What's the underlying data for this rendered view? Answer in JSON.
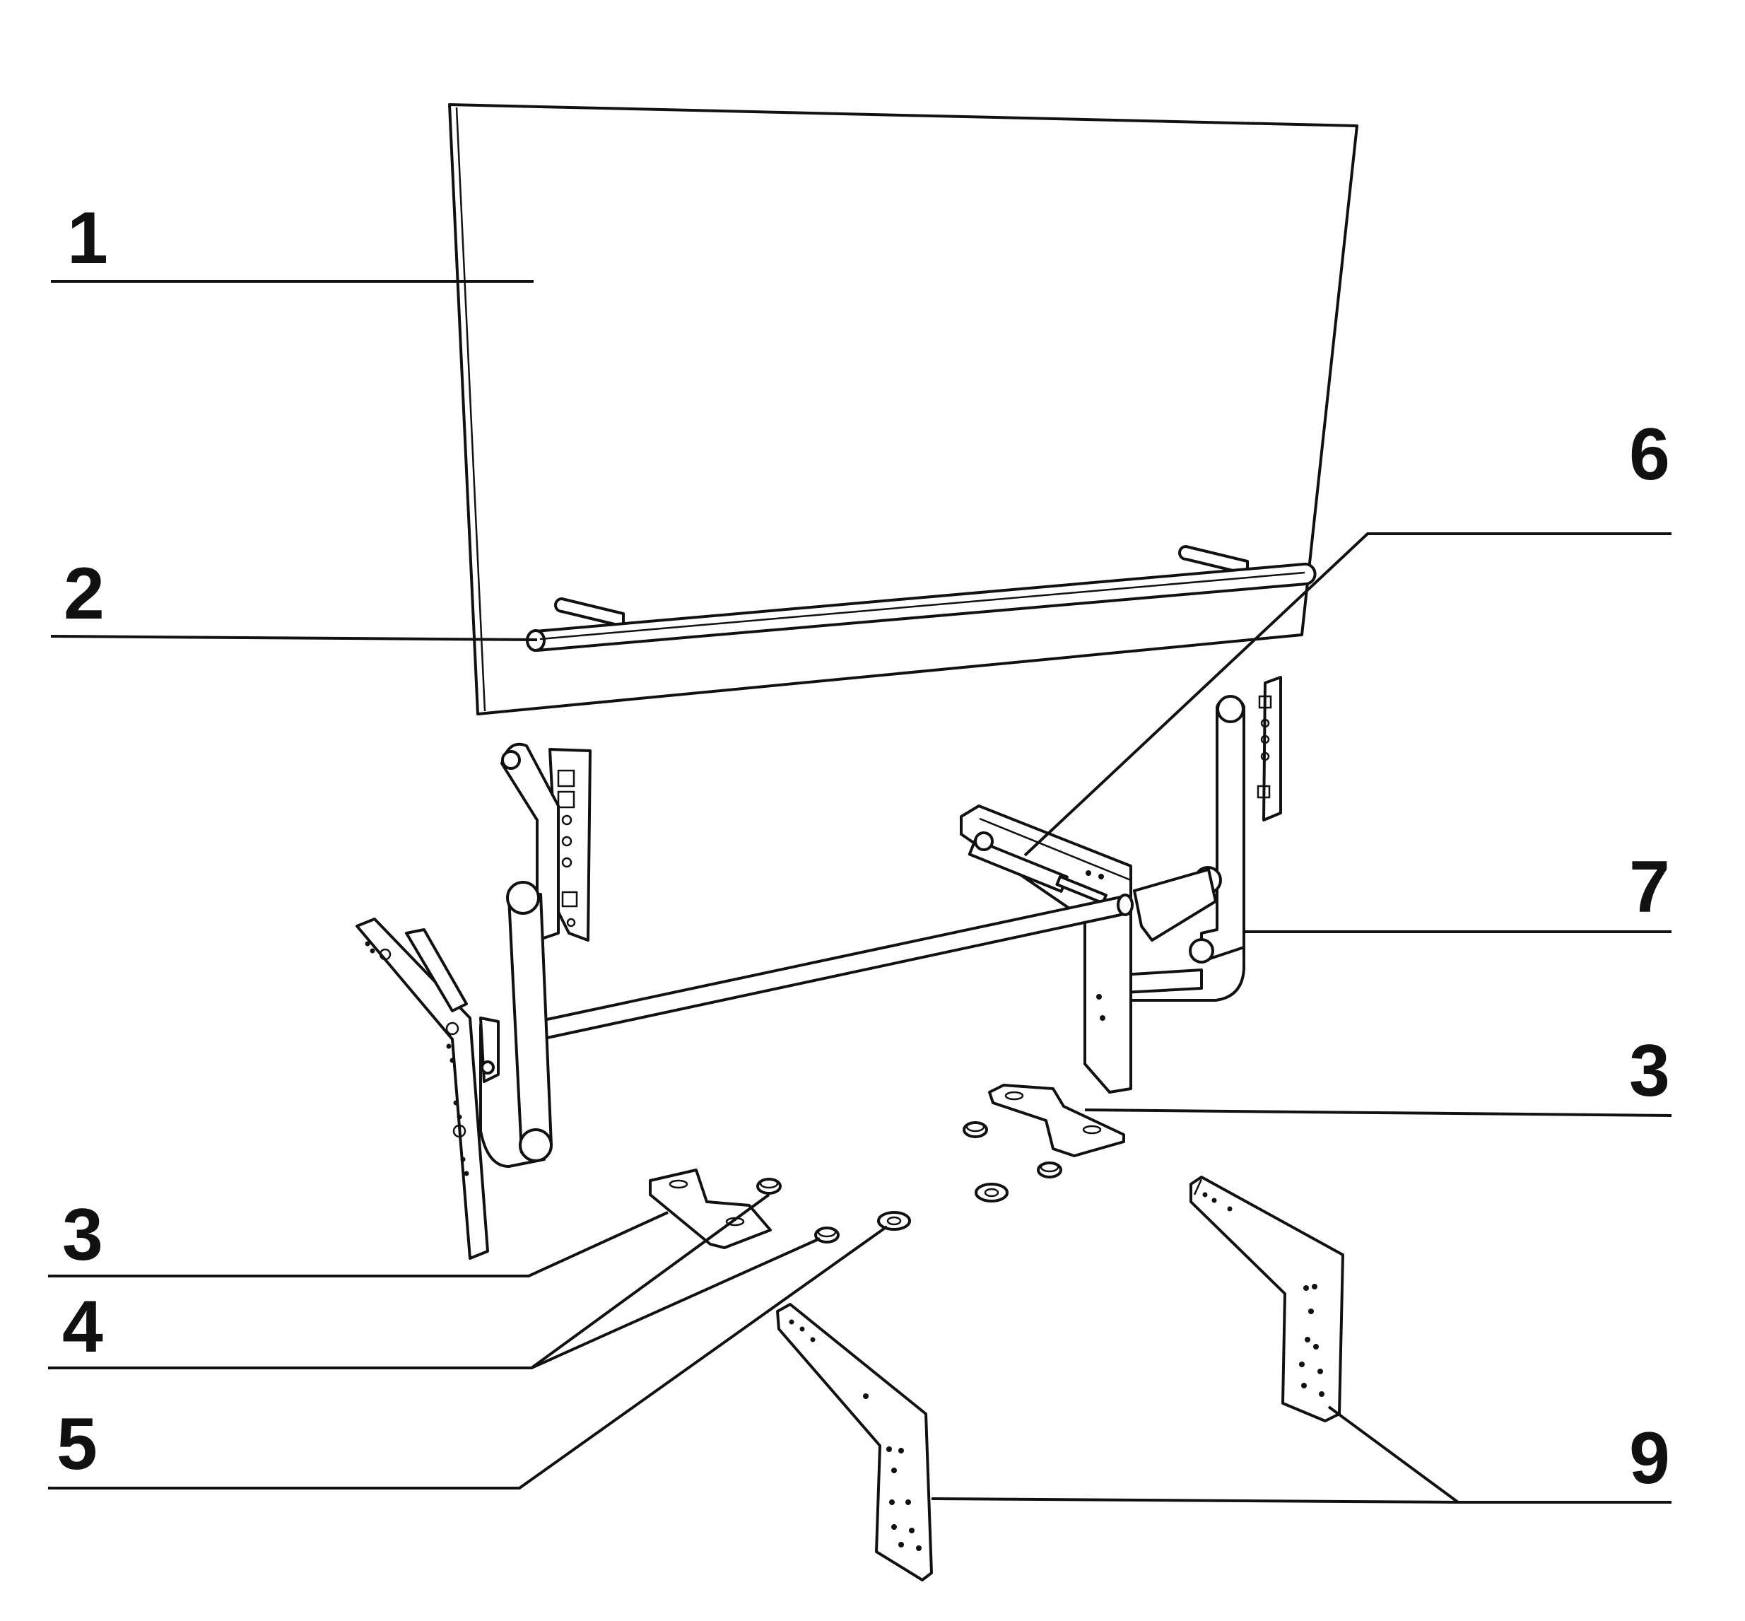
{
  "labels": {
    "one": "1",
    "two": "2",
    "three_left": "3",
    "three_right": "3",
    "four": "4",
    "five": "5",
    "six": "6",
    "seven": "7",
    "nine": "9"
  },
  "colors": {
    "line": "#111111",
    "fill": "#ffffff",
    "background": "#ffffff"
  }
}
